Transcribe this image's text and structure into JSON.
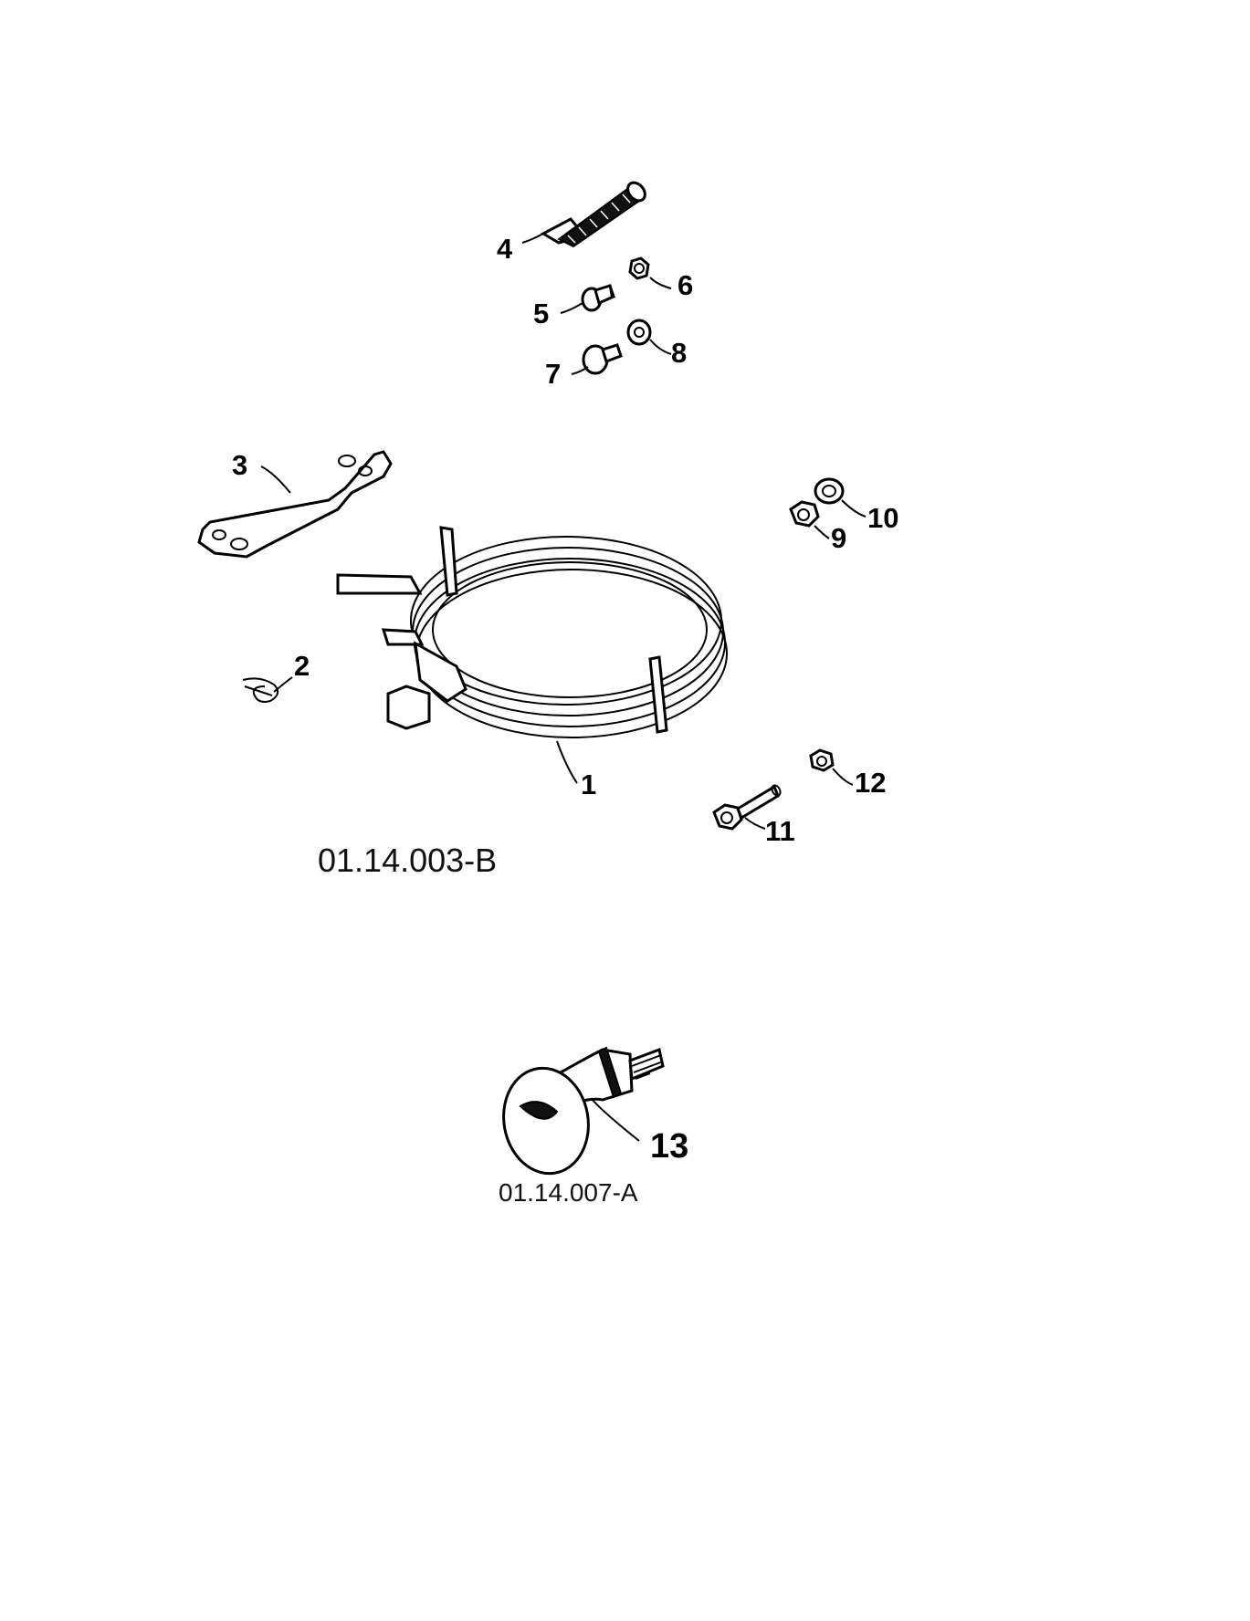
{
  "callouts": {
    "c1": "1",
    "c2": "2",
    "c3": "3",
    "c4": "4",
    "c5": "5",
    "c6": "6",
    "c7": "7",
    "c8": "8",
    "c9": "9",
    "c10": "10",
    "c11": "11",
    "c12": "12",
    "c13": "13"
  },
  "figure_codes": {
    "upper": "01.14.003-B",
    "lower": "01.14.007-A"
  },
  "parts": [
    {
      "callout": "1",
      "icon": "heating-element-coil-icon"
    },
    {
      "callout": "2",
      "icon": "cotter-clip-icon"
    },
    {
      "callout": "3",
      "icon": "mounting-bracket-icon"
    },
    {
      "callout": "4",
      "icon": "spring-icon"
    },
    {
      "callout": "5",
      "icon": "screw-icon"
    },
    {
      "callout": "6",
      "icon": "nut-icon"
    },
    {
      "callout": "7",
      "icon": "rivet-icon"
    },
    {
      "callout": "8",
      "icon": "washer-icon"
    },
    {
      "callout": "9",
      "icon": "hex-nut-icon"
    },
    {
      "callout": "10",
      "icon": "flat-washer-icon"
    },
    {
      "callout": "11",
      "icon": "bolt-icon"
    },
    {
      "callout": "12",
      "icon": "nut-icon"
    },
    {
      "callout": "13",
      "icon": "knob-icon"
    }
  ]
}
